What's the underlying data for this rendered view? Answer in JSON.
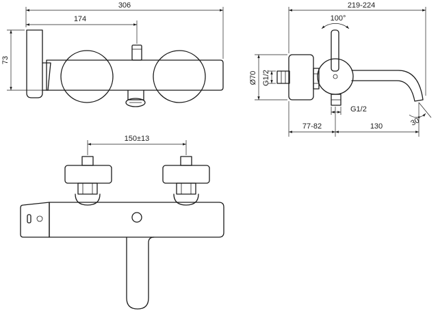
{
  "views": {
    "front": {
      "dims": {
        "overall_width": "306",
        "handle_offset": "174",
        "height": "73"
      }
    },
    "side": {
      "dims": {
        "projection": "219-224",
        "rotation": "100°",
        "body_diameter": "Ø70",
        "inlet_thread": "G1/2",
        "outlet_thread": "G1/2",
        "wall_distance": "77-82",
        "spout_length": "130",
        "spout_angle": "30°"
      }
    },
    "top": {
      "dims": {
        "centres": "150±13"
      }
    }
  }
}
